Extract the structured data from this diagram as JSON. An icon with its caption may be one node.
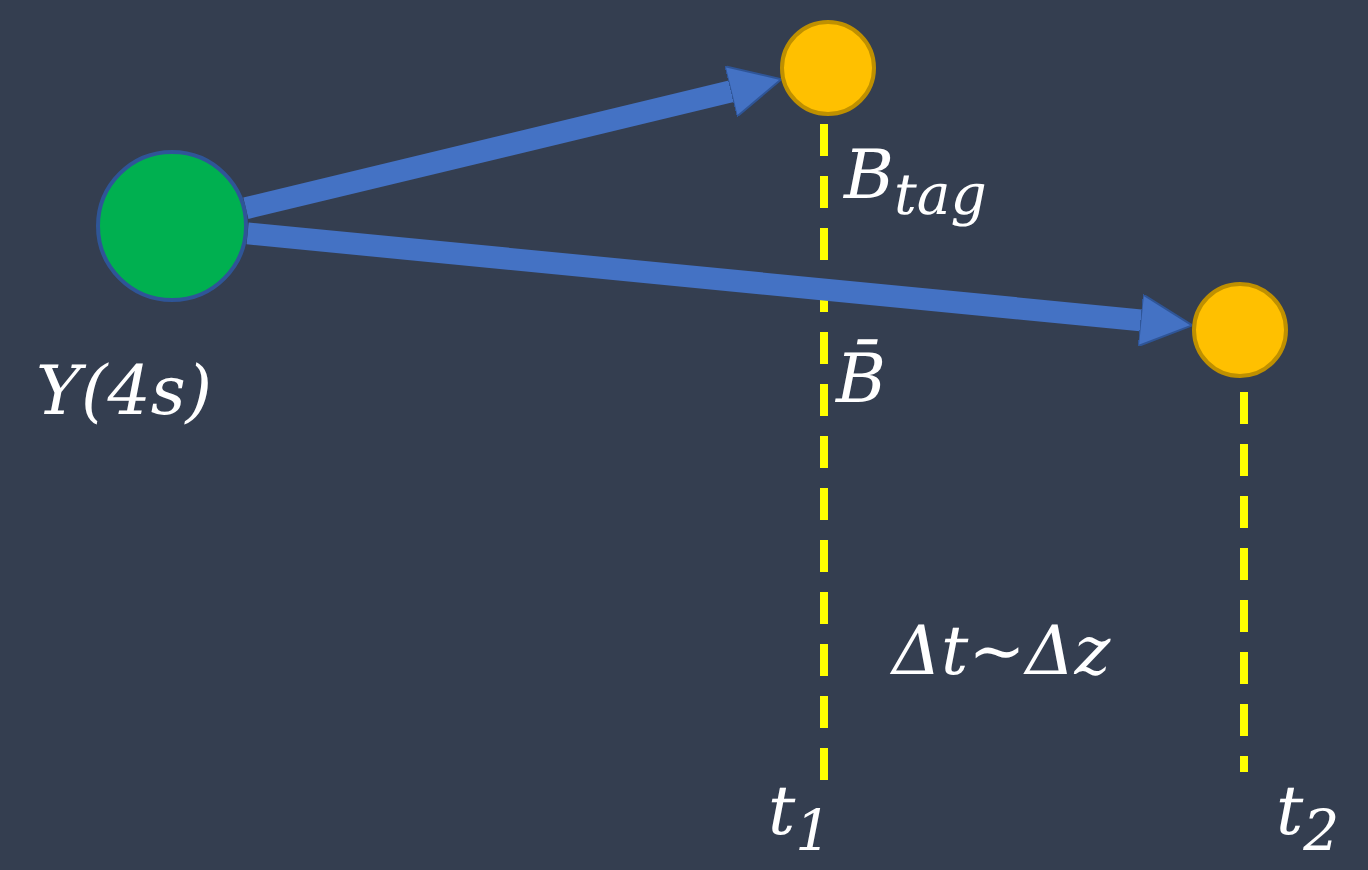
{
  "diagram": {
    "nodes": [
      {
        "text": [],
        "shape": "circle",
        "beside": [
          "Υ(4s)"
        ]
      },
      {
        "text": [],
        "shape": "circle",
        "beside": [
          "B$_{tag}$"
        ]
      },
      {
        "text": [],
        "shape": "circle"
      }
    ],
    "edges": [
      {
        "from": 0,
        "to": 1,
        "arrow": "to"
      },
      {
        "from": 0,
        "to": 2,
        "arrow": "to",
        "label": "B̄"
      }
    ],
    "labels": [
      "Δt~Δz",
      "t$_{1}$",
      "t$_{2}$"
    ]
  }
}
